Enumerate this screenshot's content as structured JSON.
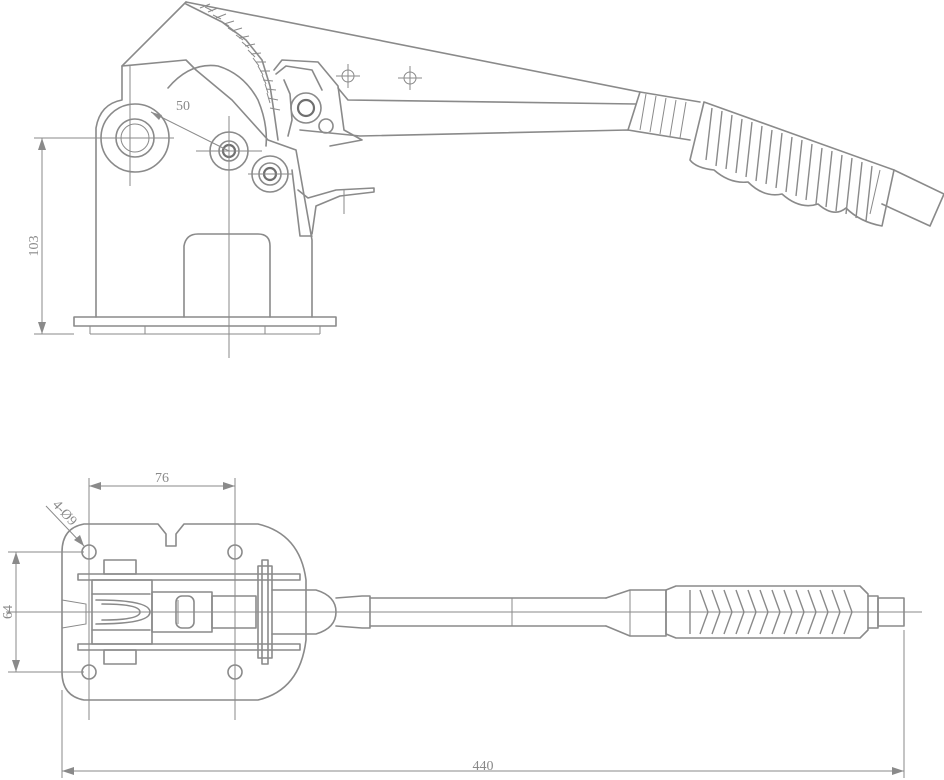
{
  "dimensions": {
    "radius_50": "50",
    "height_103": "103",
    "width_76": "76",
    "holes": "4-Ø9",
    "height_64": "64",
    "length_440": "440"
  }
}
